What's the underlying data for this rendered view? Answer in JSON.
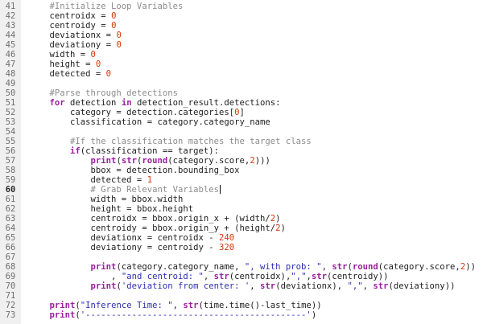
{
  "editor": {
    "lines": [
      {
        "n": "41",
        "segs": [
          [
            "cm",
            "    #Initialize Loop Variables"
          ]
        ]
      },
      {
        "n": "42",
        "segs": [
          [
            "",
            "    centroidx = "
          ],
          [
            "nm",
            "0"
          ]
        ]
      },
      {
        "n": "43",
        "segs": [
          [
            "",
            "    centroidy = "
          ],
          [
            "nm",
            "0"
          ]
        ]
      },
      {
        "n": "44",
        "segs": [
          [
            "",
            "    deviationx = "
          ],
          [
            "nm",
            "0"
          ]
        ]
      },
      {
        "n": "45",
        "segs": [
          [
            "",
            "    deviationy = "
          ],
          [
            "nm",
            "0"
          ]
        ]
      },
      {
        "n": "46",
        "segs": [
          [
            "",
            "    width = "
          ],
          [
            "nm",
            "0"
          ]
        ]
      },
      {
        "n": "47",
        "segs": [
          [
            "",
            "    height = "
          ],
          [
            "nm",
            "0"
          ]
        ]
      },
      {
        "n": "48",
        "segs": [
          [
            "",
            "    detected = "
          ],
          [
            "nm",
            "0"
          ]
        ]
      },
      {
        "n": "49",
        "segs": []
      },
      {
        "n": "50",
        "segs": [
          [
            "cm",
            "    #Parse through detections"
          ]
        ]
      },
      {
        "n": "51",
        "segs": [
          [
            "kw",
            "    for"
          ],
          [
            "",
            " detection "
          ],
          [
            "kw",
            "in"
          ],
          [
            "",
            " detection_result.detections:"
          ]
        ]
      },
      {
        "n": "52",
        "segs": [
          [
            "",
            "        category = detection.categories["
          ],
          [
            "nm",
            "0"
          ],
          [
            "",
            "]"
          ]
        ]
      },
      {
        "n": "53",
        "segs": [
          [
            "",
            "        classification = category.category_name"
          ]
        ]
      },
      {
        "n": "54",
        "segs": []
      },
      {
        "n": "55",
        "segs": [
          [
            "cm",
            "        #If the classification matches the target class"
          ]
        ]
      },
      {
        "n": "56",
        "segs": [
          [
            "kw",
            "        if"
          ],
          [
            "",
            "(classification == target):"
          ]
        ]
      },
      {
        "n": "57",
        "segs": [
          [
            "kw",
            "            print"
          ],
          [
            "",
            "("
          ],
          [
            "kw",
            "str"
          ],
          [
            "",
            "("
          ],
          [
            "kw",
            "round"
          ],
          [
            "",
            "(category.score,"
          ],
          [
            "nm",
            "2"
          ],
          [
            "",
            ")))"
          ]
        ]
      },
      {
        "n": "58",
        "segs": [
          [
            "",
            "            bbox = detection.bounding_box"
          ]
        ]
      },
      {
        "n": "59",
        "segs": [
          [
            "",
            "            detected = "
          ],
          [
            "nm",
            "1"
          ]
        ]
      },
      {
        "n": "60",
        "current": true,
        "segs": [
          [
            "cm",
            "            # Grab Relevant Variables"
          ]
        ]
      },
      {
        "n": "61",
        "segs": [
          [
            "",
            "            width = bbox.width"
          ]
        ]
      },
      {
        "n": "62",
        "segs": [
          [
            "",
            "            height = bbox.height"
          ]
        ]
      },
      {
        "n": "63",
        "segs": [
          [
            "",
            "            centroidx = bbox.origin_x + (width/"
          ],
          [
            "nm",
            "2"
          ],
          [
            "",
            ")"
          ]
        ]
      },
      {
        "n": "64",
        "segs": [
          [
            "",
            "            centroidy = bbox.origin_y + (height/"
          ],
          [
            "nm",
            "2"
          ],
          [
            "",
            ")"
          ]
        ]
      },
      {
        "n": "65",
        "segs": [
          [
            "",
            "            deviationx = centroidx - "
          ],
          [
            "nm",
            "240"
          ]
        ]
      },
      {
        "n": "66",
        "segs": [
          [
            "",
            "            deviationy = centroidy - "
          ],
          [
            "nm",
            "320"
          ]
        ]
      },
      {
        "n": "67",
        "segs": []
      },
      {
        "n": "68",
        "segs": [
          [
            "kw",
            "            print"
          ],
          [
            "",
            "(category.category_name, "
          ],
          [
            "st",
            "\", with prob: \""
          ],
          [
            "",
            ", "
          ],
          [
            "kw",
            "str"
          ],
          [
            "",
            "("
          ],
          [
            "kw",
            "round"
          ],
          [
            "",
            "(category.score,"
          ],
          [
            "nm",
            "2"
          ],
          [
            "",
            "))"
          ]
        ]
      },
      {
        "n": "69",
        "segs": [
          [
            "",
            "                , "
          ],
          [
            "st",
            "\"and centroid: \""
          ],
          [
            "",
            ", "
          ],
          [
            "kw",
            "str"
          ],
          [
            "",
            "(centroidx),"
          ],
          [
            "st",
            "\",\""
          ],
          [
            "",
            ","
          ],
          [
            "kw",
            "str"
          ],
          [
            "",
            "(centroidy))"
          ]
        ]
      },
      {
        "n": "70",
        "segs": [
          [
            "kw",
            "            print"
          ],
          [
            "",
            "("
          ],
          [
            "st",
            "'deviation from center: '"
          ],
          [
            "",
            ", "
          ],
          [
            "kw",
            "str"
          ],
          [
            "",
            "(deviationx), "
          ],
          [
            "st",
            "\",\""
          ],
          [
            "",
            ", "
          ],
          [
            "kw",
            "str"
          ],
          [
            "",
            "(deviationy))"
          ]
        ]
      },
      {
        "n": "71",
        "segs": []
      },
      {
        "n": "72",
        "segs": [
          [
            "kw",
            "    print"
          ],
          [
            "",
            "("
          ],
          [
            "st",
            "\"Inference Time: \""
          ],
          [
            "",
            ", "
          ],
          [
            "kw",
            "str"
          ],
          [
            "",
            "(time.time()-last_time))"
          ]
        ]
      },
      {
        "n": "73",
        "segs": [
          [
            "kw",
            "    print"
          ],
          [
            "",
            "("
          ],
          [
            "st",
            "'-------------------------------------------'"
          ],
          [
            "",
            ")"
          ]
        ]
      }
    ]
  }
}
